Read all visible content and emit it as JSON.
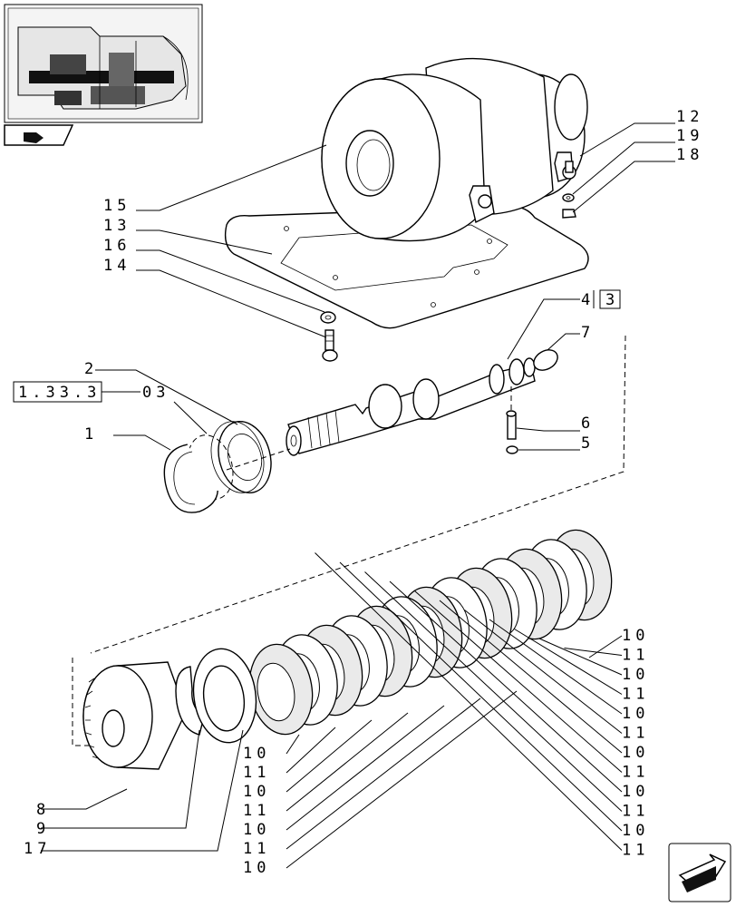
{
  "callouts": {
    "c12": "12",
    "c19": "19",
    "c18": "18",
    "c15": "15",
    "c13": "13",
    "c16": "16",
    "c14": "14",
    "c4": "4",
    "c3": "3",
    "c7": "7",
    "c2": "2",
    "ref_1_33_3": "1.33.3",
    "c03": "03",
    "c1": "1",
    "c6": "6",
    "c5": "5",
    "right_stack": [
      "10",
      "11",
      "10",
      "11",
      "10",
      "11",
      "10",
      "11",
      "10",
      "11",
      "10",
      "11"
    ],
    "bottom_stack": [
      "10",
      "11",
      "10",
      "11",
      "10",
      "11",
      "10"
    ],
    "c8": "8",
    "c9": "9",
    "c17": "17"
  },
  "icons": {
    "thumbnail": "transmission-cutaway-thumbnail",
    "small_arrow": "page-arrow-icon",
    "nav_arrow": "next-page-arrow-icon"
  }
}
